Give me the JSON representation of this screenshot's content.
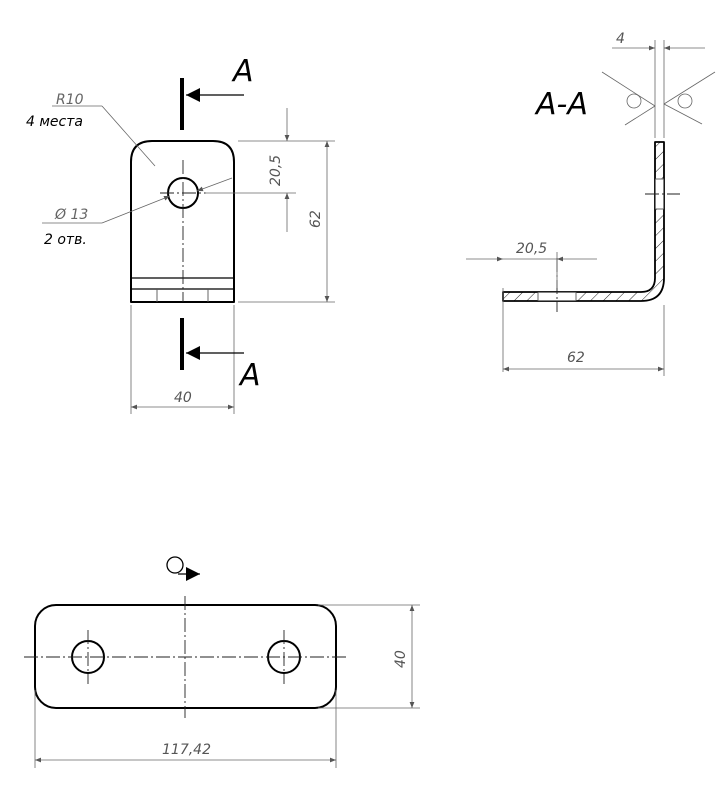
{
  "drawing": {
    "section_mark": "A",
    "section_title": "A-A",
    "radius_label": "R10",
    "radius_count": "4 места",
    "hole_label": "Ø 13",
    "hole_count": "2 отв.",
    "front_view": {
      "height_dim": "62",
      "hole_offset_dim": "20,5",
      "width_dim": "40"
    },
    "section_view": {
      "thickness_dim": "4",
      "hole_offset_dim": "20,5",
      "length_dim": "62"
    },
    "flat_pattern": {
      "length_dim": "117,42",
      "width_dim": "40"
    }
  }
}
